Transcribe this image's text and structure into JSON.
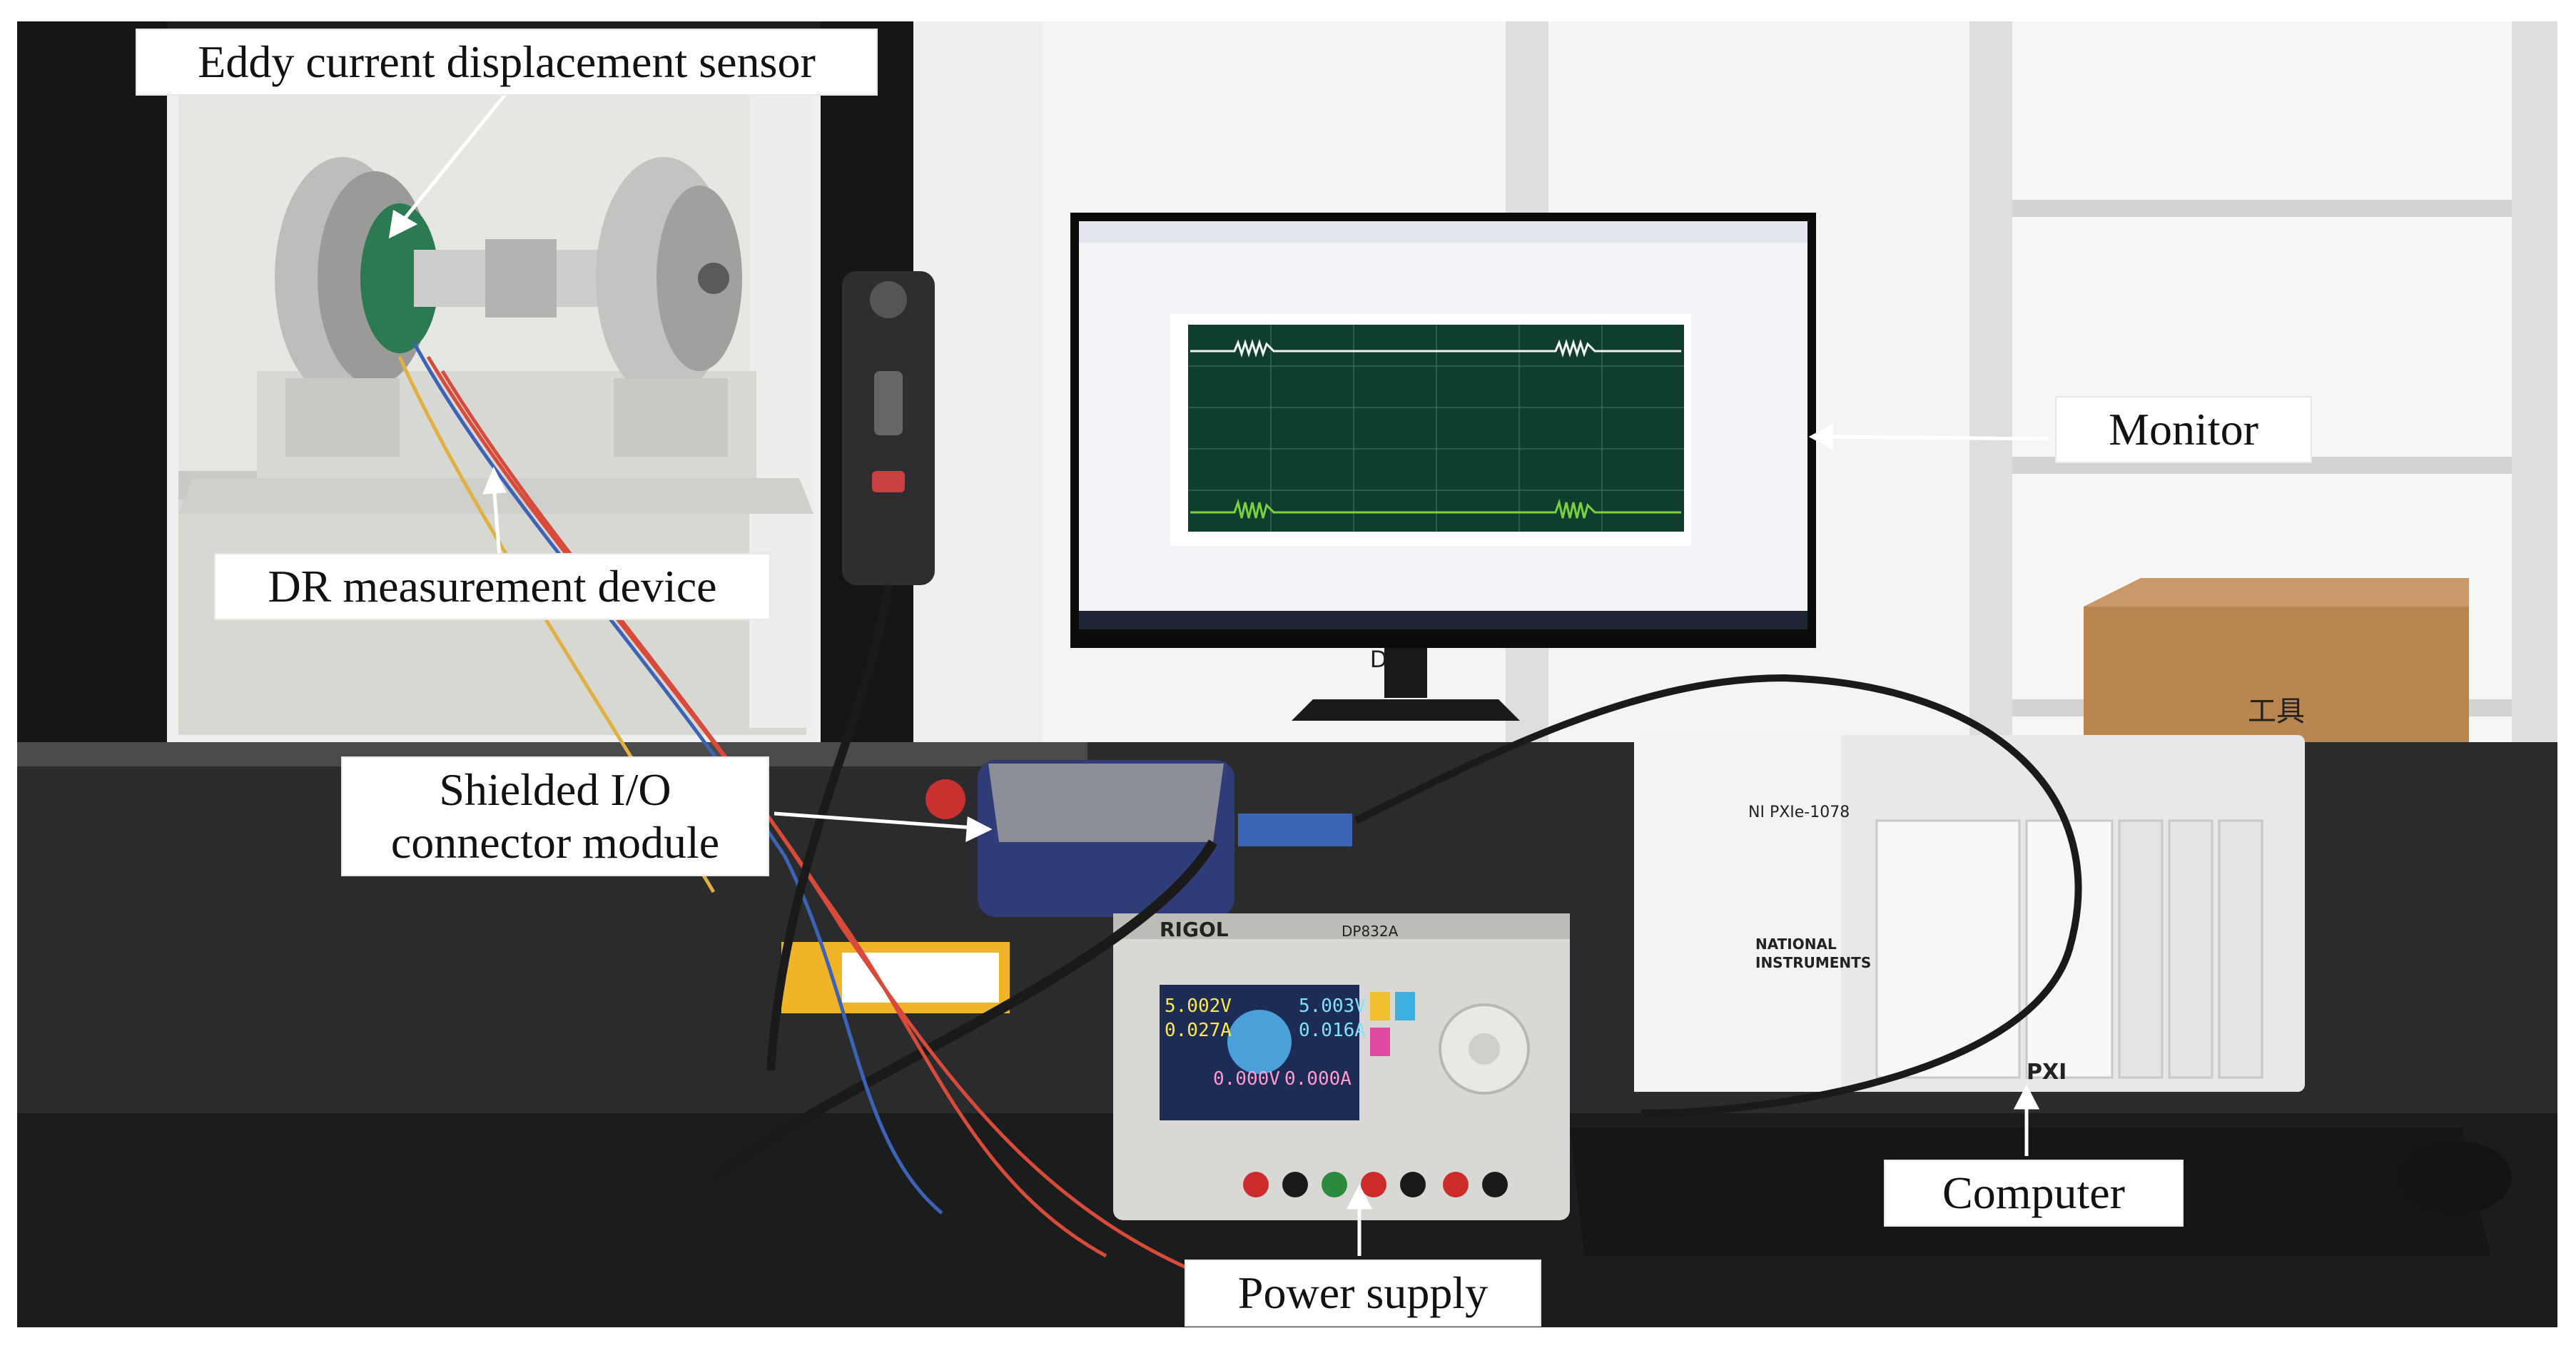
{
  "callouts": {
    "sensor": "Eddy current displacement sensor",
    "dr_device": "DR measurement device",
    "io_module": [
      "Shielded I/O",
      "connector module"
    ],
    "monitor": "Monitor",
    "computer": "Computer",
    "power_supply": "Power supply"
  },
  "device_labels": {
    "psu_brand": "RIGOL",
    "psu_model": "DP832A",
    "psu_readings": [
      "5.002V",
      "0.027A",
      "5.003V",
      "0.016A",
      "0.000V",
      "0.000A"
    ],
    "chassis_model": "NI PXIe-1078",
    "chassis_brand": [
      "NATIONAL",
      "INSTRUMENTS"
    ],
    "pxi_logo": "PXI",
    "monitor_brand": "DELL"
  },
  "colors": {
    "callout_bg": "#ffffff",
    "callout_text": "#111111",
    "arrow": "#ffffff",
    "plot_bg": "#0f3d2e",
    "trace_white": "#f2f2f2",
    "trace_green": "#7ad13f",
    "psu_screen_bg": "#1d2c55",
    "cable_blue": "#3c63b5",
    "cable_red": "#d84a3a",
    "cable_black": "#1a1a1a"
  },
  "icons": [
    "arrow-pointer-icon"
  ]
}
